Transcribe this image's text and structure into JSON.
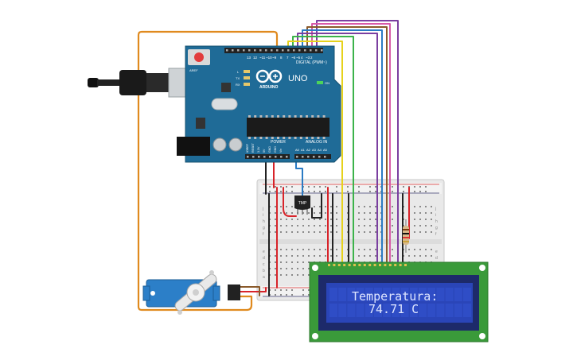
{
  "arduino": {
    "brand": "ARDUINO",
    "model": "UNO",
    "digital_label": "DIGITAL (PWM~)",
    "power_label": "POWER",
    "analog_label": "ANALOG IN",
    "on_label": "ON",
    "tx_label": "TX",
    "rx_label": "RX",
    "l_label": "L",
    "aref_label": "AREF",
    "gnd_label": "GND",
    "digital_pins": [
      "13",
      "12",
      "~11",
      "~10",
      "~9",
      "8",
      "7",
      "~6",
      "~5",
      "4",
      "~3",
      "2",
      "TX▸1",
      "RX◂0"
    ],
    "power_pins": [
      "IOREF",
      "RESET",
      "3.3V",
      "5V",
      "GND",
      "GND",
      "Vin"
    ],
    "analog_pins": [
      "A0",
      "A1",
      "A2",
      "A3",
      "A4",
      "A5"
    ]
  },
  "sensor": {
    "label": "TMP"
  },
  "breadboard": {
    "row_letters_top": [
      "j",
      "i",
      "h",
      "g",
      "f"
    ],
    "row_letters_bottom": [
      "e",
      "d",
      "c",
      "b",
      "a"
    ]
  },
  "lcd": {
    "line1": "Temperatura:",
    "line2": "74.71 C"
  },
  "colors": {
    "arduino_board": "#1f6b97",
    "lcd_pcb": "#3a9a3a",
    "lcd_screen": "#2a45b8",
    "lcd_text": "#dfe6ff",
    "servo": "#2c7fc8",
    "wire_orange": "#e08a1e",
    "wire_red": "#d8242a",
    "wire_black": "#222222",
    "wire_purple": "#7b3fa0",
    "wire_green": "#3cb34a",
    "wire_yellow": "#e6d21c",
    "wire_blue": "#2b7bc4",
    "wire_brown": "#8a5a2b",
    "wire_pink": "#d85aa8"
  }
}
